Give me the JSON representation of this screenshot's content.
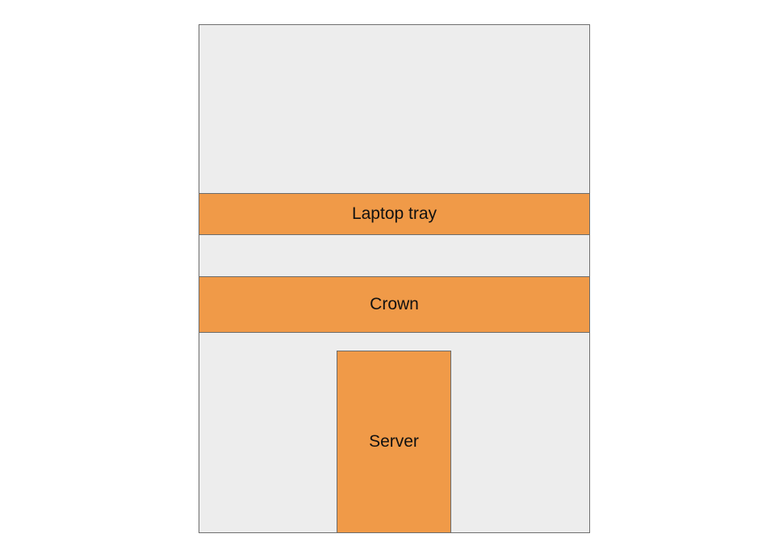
{
  "diagram": {
    "components": [
      {
        "id": "laptop_tray",
        "label": "Laptop tray"
      },
      {
        "id": "crown",
        "label": "Crown"
      },
      {
        "id": "server",
        "label": "Server"
      }
    ]
  },
  "colors": {
    "background": "#ededed",
    "component_fill": "#f09a48",
    "border": "#6f6f6f",
    "text": "#111111"
  }
}
